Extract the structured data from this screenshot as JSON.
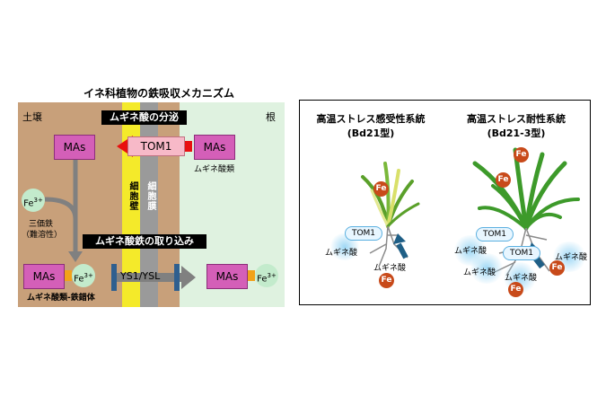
{
  "left": {
    "title": "イネ科植物の鉄吸収メカニズム",
    "soil_label": "土壌",
    "root_label": "根",
    "secretion_label": "ムギネ酸の分泌",
    "uptake_label": "ムギネ酸鉄の取り込み",
    "cell_wall_label": "細胞壁",
    "cell_membrane_label": "細胞膜",
    "mas_label": "MAs",
    "tom1_label": "TOM1",
    "mugineic_acids_label": "ムギネ酸類",
    "fe3_label": "Fe",
    "fe3_sup": "3+",
    "ferric_label_1": "三価鉄",
    "ferric_label_2": "（難溶性）",
    "complex_label": "ムギネ酸類-鉄錯体",
    "ysl_label": "YS1/YSL"
  },
  "right": {
    "sensitive_title": "高温ストレス感受性系統",
    "sensitive_sub": "(Bd21型)",
    "tolerant_title": "高温ストレス耐性系統",
    "tolerant_sub": "(Bd21-3型)",
    "tom1_label": "TOM1",
    "mugineic_label": "ムギネ酸",
    "fe_label": "Fe"
  },
  "colors": {
    "soil": "#c8a07a",
    "root": "#dff2e0",
    "cell_wall": "#f4ea2a",
    "cell_membrane": "#9a9a9a",
    "mas_box": "#d45fb8",
    "tom1_box": "#f7b9c8",
    "secretion_arrow": "#e81010",
    "fe_iron": "#c84a1a",
    "root_arrow": "#1f5f86"
  }
}
